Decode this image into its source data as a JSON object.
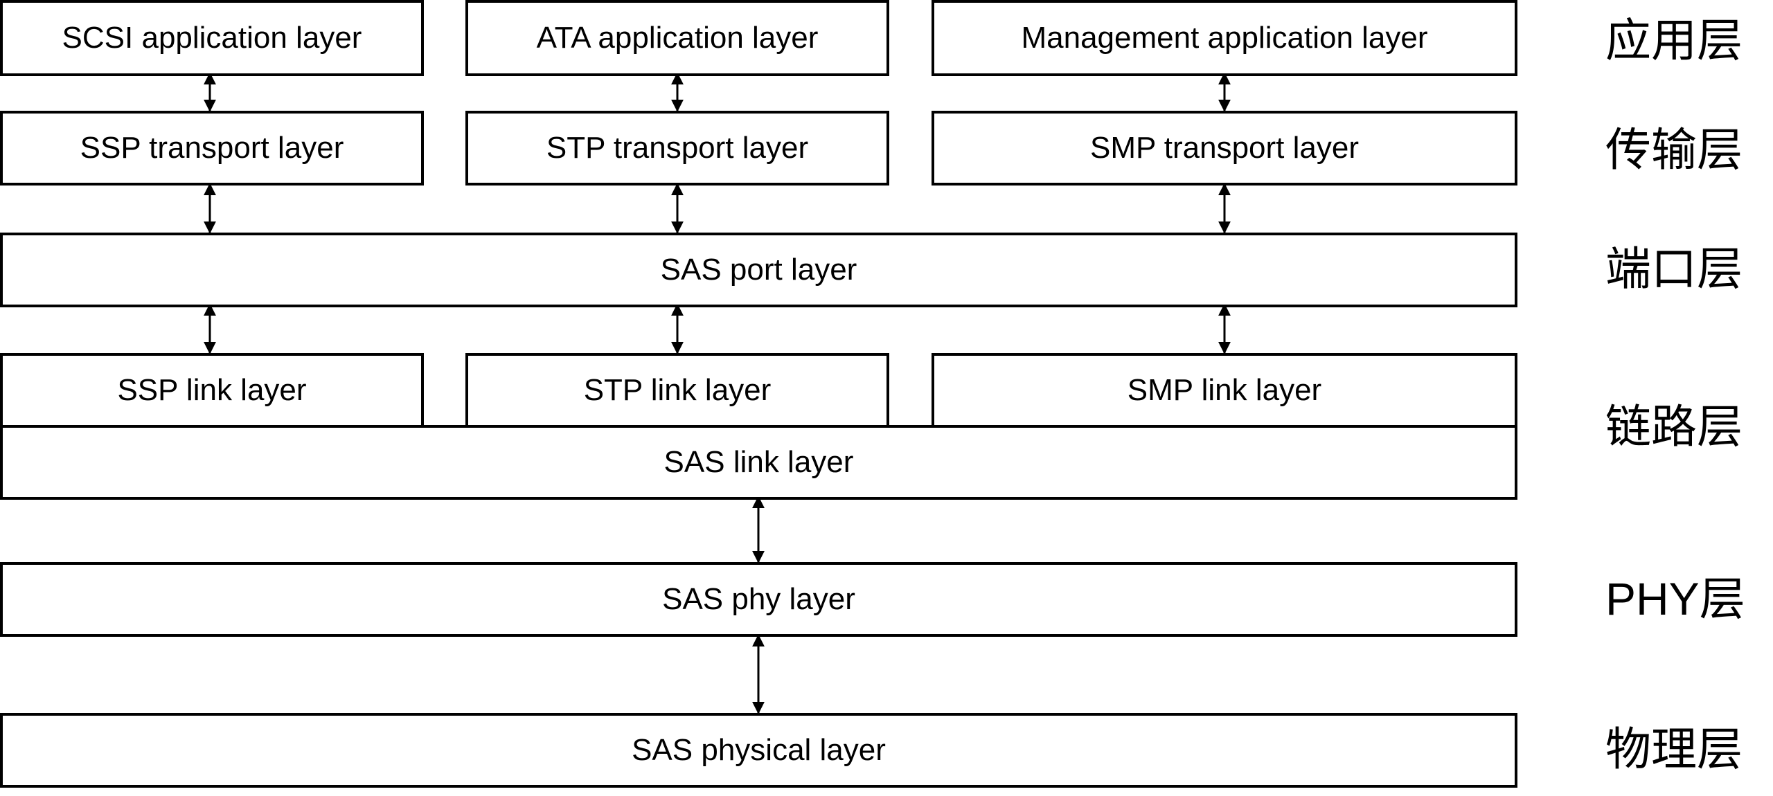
{
  "layers": {
    "application": {
      "scsi": "SCSI application layer",
      "ata": "ATA application layer",
      "management": "Management application layer"
    },
    "transport": {
      "ssp": "SSP transport layer",
      "stp": "STP transport layer",
      "smp": "SMP transport layer"
    },
    "port": {
      "sas": "SAS port layer"
    },
    "link": {
      "ssp": "SSP link layer",
      "stp": "STP link layer",
      "smp": "SMP link layer",
      "sas": "SAS link layer"
    },
    "phy": {
      "sas": "SAS phy layer"
    },
    "physical": {
      "sas": "SAS physical layer"
    }
  },
  "side_labels": {
    "application": "应用层",
    "transport": "传输层",
    "port": "端口层",
    "link": "链路层",
    "phy": "PHY层",
    "physical": "物理层"
  },
  "colors": {
    "line": "#000000",
    "background": "#ffffff"
  },
  "arrows": "bidirectional"
}
